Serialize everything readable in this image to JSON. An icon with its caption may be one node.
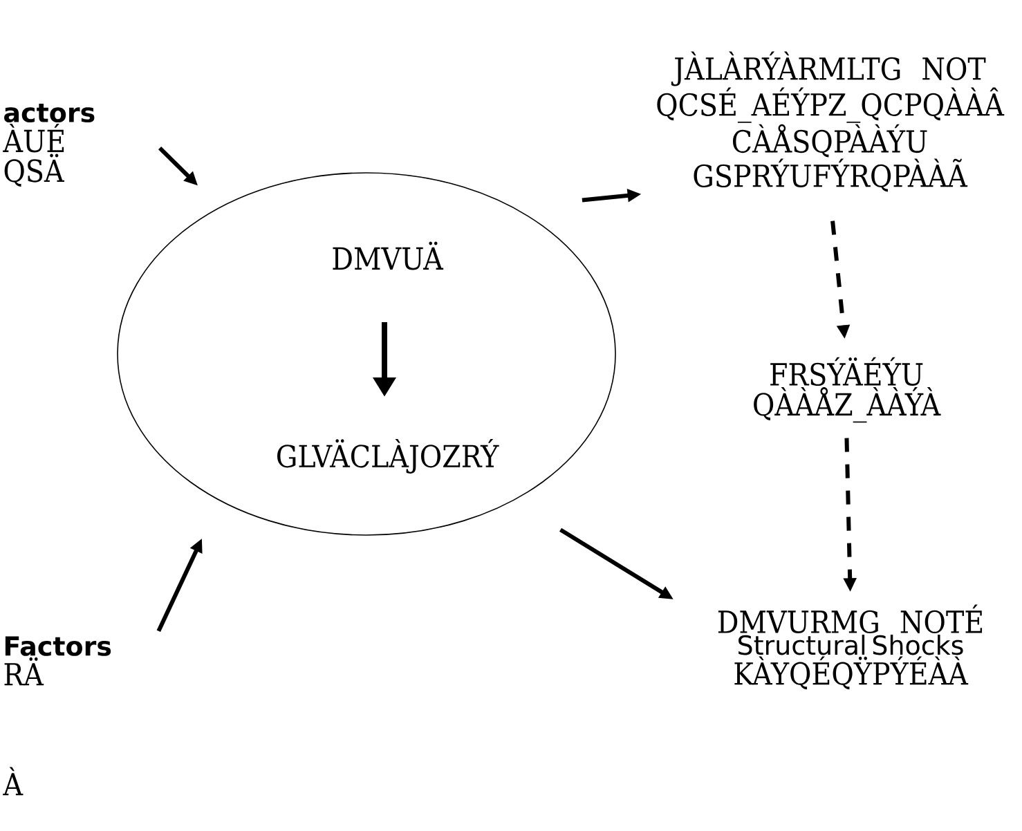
{
  "diagram": {
    "nodes": [
      {
        "text": [
          "actors",
          "ÀUÉ",
          "QSÄ"
        ]
      },
      {
        "text": [
          "Factors",
          "RÄ"
        ]
      },
      {
        "text": [
          "DMVUÄ",
          "GLVÄCLÀJOZRÝ"
        ]
      },
      {
        "text": [
          "JÀLÀRÝÀRMLTG NOT QCSÉ_AÉÝPZ_QCPQÀÀÂ CÀÅSQPÀÀÝU GSPRÝUFÝRQPÀÀÃ"
        ]
      },
      {
        "text": [
          "FRSÝÄÉÝU QÀÀÅZ_ÀÀÝÀ"
        ]
      },
      {
        "text": [
          "DMVURMG NOTÉ",
          "Structural Shocks",
          "KÀYQÉQŸPÝÉÀÀ"
        ]
      }
    ],
    "edges": [
      {
        "from": 0,
        "to": 2,
        "arrow": "to"
      },
      {
        "from": 1,
        "to": 2,
        "arrow": "to"
      },
      {
        "from": 2,
        "to": 3,
        "arrow": "to"
      },
      {
        "from": 3,
        "to": 4,
        "arrow": "to",
        "style": "dashed"
      },
      {
        "from": 4,
        "to": 5,
        "arrow": "to",
        "style": "dashed"
      },
      {
        "from": 2,
        "to": 5,
        "arrow": "to"
      }
    ],
    "labels": [
      "À"
    ]
  }
}
